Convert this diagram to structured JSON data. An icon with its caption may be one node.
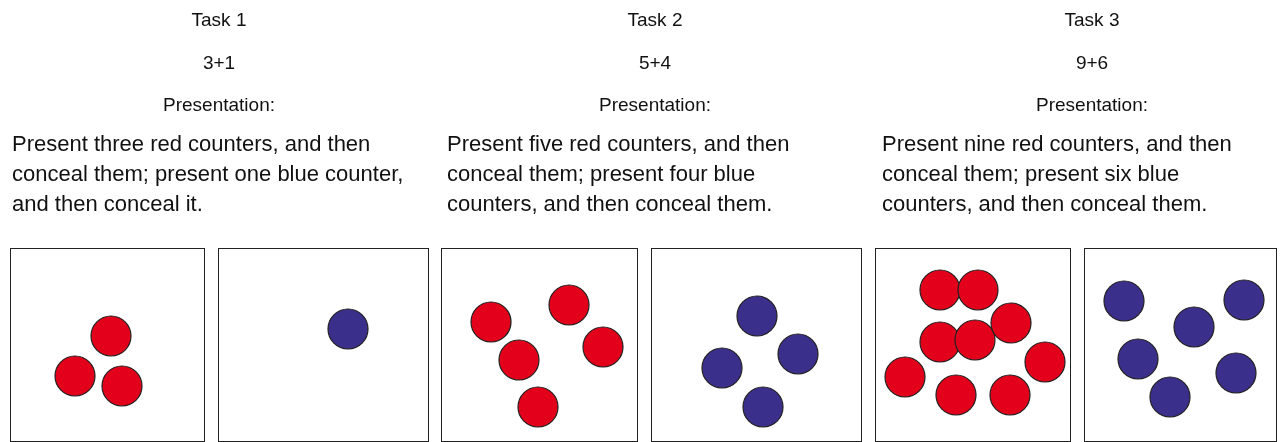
{
  "diagram": {
    "nodes": [
      {
        "text": [],
        "shape": "box"
      },
      {
        "text": [],
        "shape": "circle",
        "in": 0
      },
      {
        "text": [],
        "shape": "circle",
        "in": 0
      },
      {
        "text": [],
        "shape": "circle",
        "in": 0
      },
      {
        "text": [],
        "shape": "box"
      },
      {
        "text": [],
        "shape": "circle",
        "in": 4
      },
      {
        "text": [],
        "shape": "box"
      },
      {
        "text": [],
        "shape": "circle",
        "in": 6
      },
      {
        "text": [],
        "shape": "circle",
        "in": 6
      },
      {
        "text": [],
        "shape": "circle",
        "in": 6
      },
      {
        "text": [],
        "shape": "circle",
        "in": 6
      },
      {
        "text": [],
        "shape": "circle",
        "in": 6
      },
      {
        "text": [],
        "shape": "box"
      },
      {
        "text": [],
        "shape": "circle",
        "in": 12
      },
      {
        "text": [],
        "shape": "circle",
        "in": 12
      },
      {
        "text": [],
        "shape": "circle",
        "in": 12
      },
      {
        "text": [],
        "shape": "circle",
        "in": 12
      },
      {
        "text": [],
        "shape": "box"
      },
      {
        "text": [],
        "shape": "circle",
        "in": 17
      },
      {
        "text": [],
        "shape": "circle",
        "in": 17
      },
      {
        "text": [],
        "shape": "circle",
        "in": 17
      },
      {
        "text": [],
        "shape": "circle",
        "in": 17
      },
      {
        "text": [],
        "shape": "circle",
        "in": 17
      },
      {
        "text": [],
        "shape": "circle",
        "in": 17
      },
      {
        "text": [],
        "shape": "circle",
        "in": 17
      },
      {
        "text": [],
        "shape": "circle",
        "in": 17
      },
      {
        "text": [],
        "shape": "circle",
        "in": 17
      },
      {
        "text": [],
        "shape": "box"
      },
      {
        "text": [],
        "shape": "circle",
        "in": 27
      },
      {
        "text": [],
        "shape": "circle",
        "in": 27
      },
      {
        "text": [],
        "shape": "circle",
        "in": 27
      },
      {
        "text": [],
        "shape": "circle",
        "in": 27
      },
      {
        "text": [],
        "shape": "circle",
        "in": 27
      },
      {
        "text": [],
        "shape": "circle",
        "in": 27
      }
    ],
    "labels": [
      "Task 1",
      "Task 2",
      "Task 3",
      "3+1",
      "5+4",
      "9+6",
      "Presentation:",
      "Presentation:",
      "Presentation:",
      "Present three red counters, and then conceal them; present one blue counter, and then conceal it.",
      "Present five red counters, and then conceal them; present four blue counters, and then conceal them.",
      "Present nine red counters, and then conceal them; present six blue counters, and then conceal them."
    ]
  }
}
